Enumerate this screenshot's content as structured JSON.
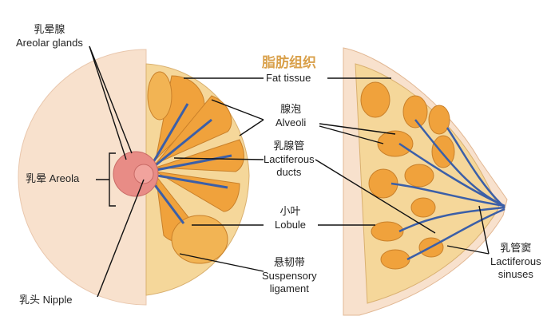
{
  "title": "脂肪组织",
  "labels": {
    "areolar_glands": {
      "cn": "乳晕腺",
      "en": "Areolar glands"
    },
    "fat_tissue": {
      "en": "Fat tissue"
    },
    "alveoli": {
      "cn": "腺泡",
      "en": "Alveoli"
    },
    "lactiferous_ducts": {
      "cn": "乳腺管",
      "en1": "Lactiferous",
      "en2": "ducts"
    },
    "areola": {
      "cn": "乳晕",
      "en": "Areola"
    },
    "lobule": {
      "cn": "小叶",
      "en": "Lobule"
    },
    "suspensory_ligament": {
      "cn": "悬韧带",
      "en1": "Suspensory",
      "en2": "ligament"
    },
    "nipple": {
      "cn": "乳头",
      "en": "Nipple"
    },
    "lactiferous_sinuses": {
      "cn": "乳管窦",
      "en1": "Lactiferous",
      "en2": "sinuses"
    }
  },
  "colors": {
    "skin": "#f8e1cd",
    "fat": "#f5d79a",
    "lobe": "#f0a23c",
    "duct": "#3b5fa8",
    "areola": "#e88c86",
    "title": "#d9a04a"
  }
}
